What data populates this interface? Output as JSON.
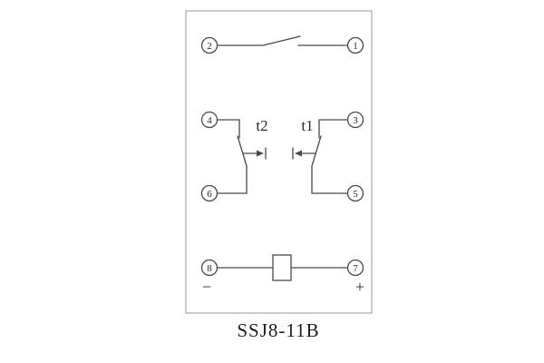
{
  "title": "SSJ8-11B",
  "relay": {
    "terminals": {
      "top_left": "2",
      "top_right": "1",
      "mid_left_top": "4",
      "mid_right_top": "3",
      "mid_left_bottom": "6",
      "mid_right_bottom": "5",
      "bottom_left": "8",
      "bottom_right": "7"
    },
    "timers": {
      "left": "t2",
      "right": "t1"
    },
    "polarity": {
      "negative": "−",
      "positive": "+"
    }
  },
  "colors": {
    "line": "#4a4a4a",
    "case_border": "#9a9a9a",
    "text": "#1c1c1c",
    "background": "#ffffff"
  }
}
